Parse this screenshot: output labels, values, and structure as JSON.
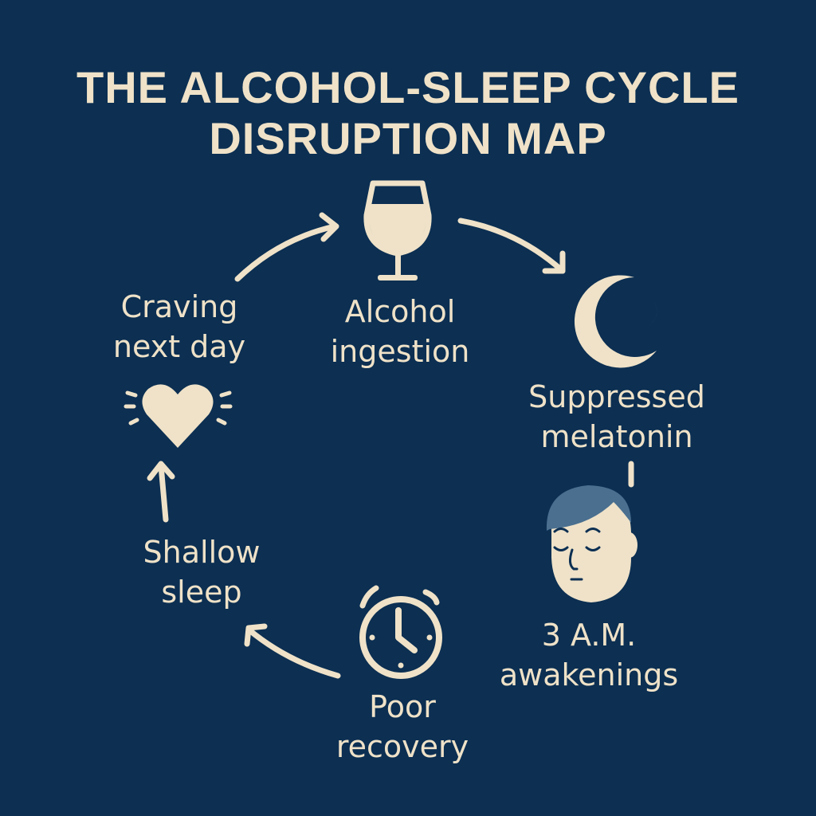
{
  "title": {
    "line1": "THE ALCOHOL-SLEEP CYCLE",
    "line2": "DISRUPTION MAP"
  },
  "colors": {
    "background": "#0c2f52",
    "foreground": "#efe2c8",
    "hair": "#4a6f8f"
  },
  "nodes": [
    {
      "id": "alcohol",
      "icon": "wine-glass-icon",
      "line1": "Alcohol",
      "line2": "ingestion"
    },
    {
      "id": "melatonin",
      "icon": "moon-icon",
      "line1": "Suppressed",
      "line2": "melatonin"
    },
    {
      "id": "awakenings",
      "icon": "sleeping-face-icon",
      "line1": "3 A.M.",
      "line2": "awakenings"
    },
    {
      "id": "recovery",
      "icon": "alarm-clock-icon",
      "line1": "Poor",
      "line2": "recovery"
    },
    {
      "id": "shallow",
      "icon": "none",
      "line1": "Shallow",
      "line2": "sleep"
    },
    {
      "id": "craving",
      "icon": "heart-icon",
      "line1": "Craving",
      "line2": "next day"
    }
  ]
}
